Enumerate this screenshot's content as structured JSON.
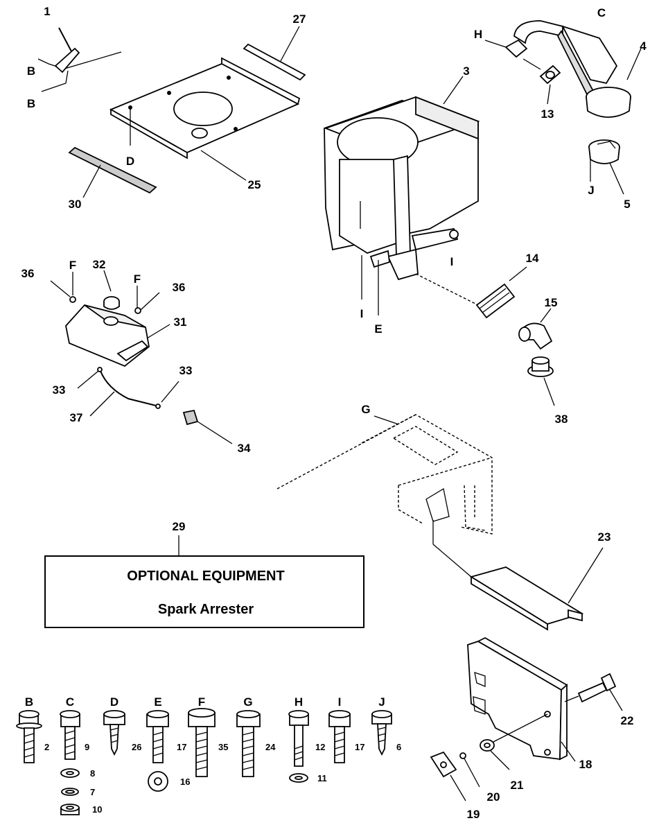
{
  "callouts": [
    {
      "id": "c1",
      "text": "1"
    },
    {
      "id": "c3",
      "text": "3"
    },
    {
      "id": "c4",
      "text": "4"
    },
    {
      "id": "c5",
      "text": "5"
    },
    {
      "id": "c13",
      "text": "13"
    },
    {
      "id": "c14",
      "text": "14"
    },
    {
      "id": "c15",
      "text": "15"
    },
    {
      "id": "c23",
      "text": "23"
    },
    {
      "id": "c25",
      "text": "25"
    },
    {
      "id": "c27",
      "text": "27"
    },
    {
      "id": "c29",
      "text": "29"
    },
    {
      "id": "c30",
      "text": "30"
    },
    {
      "id": "c31",
      "text": "31"
    },
    {
      "id": "c32",
      "text": "32"
    },
    {
      "id": "c33a",
      "text": "33"
    },
    {
      "id": "c33b",
      "text": "33"
    },
    {
      "id": "c34",
      "text": "34"
    },
    {
      "id": "c36a",
      "text": "36"
    },
    {
      "id": "c36b",
      "text": "36"
    },
    {
      "id": "c37",
      "text": "37"
    },
    {
      "id": "c38",
      "text": "38"
    },
    {
      "id": "c18",
      "text": "18"
    },
    {
      "id": "c19",
      "text": "19"
    },
    {
      "id": "c20",
      "text": "20"
    },
    {
      "id": "c21",
      "text": "21"
    },
    {
      "id": "c22",
      "text": "22"
    }
  ],
  "refs": [
    {
      "id": "rB1",
      "text": "B"
    },
    {
      "id": "rB2",
      "text": "B"
    },
    {
      "id": "rC",
      "text": "C"
    },
    {
      "id": "rH",
      "text": "H"
    },
    {
      "id": "rD",
      "text": "D"
    },
    {
      "id": "rJ",
      "text": "J"
    },
    {
      "id": "rI1",
      "text": "I"
    },
    {
      "id": "rI2",
      "text": "I"
    },
    {
      "id": "rE",
      "text": "E"
    },
    {
      "id": "rF1",
      "text": "F"
    },
    {
      "id": "rF2",
      "text": "F"
    },
    {
      "id": "rG",
      "text": "G"
    }
  ],
  "optional_box": {
    "title": "OPTIONAL EQUIPMENT",
    "item": "Spark Arrester"
  },
  "hardware": [
    {
      "letter": "B",
      "part": "2"
    },
    {
      "letter": "C",
      "part": "9"
    },
    {
      "letter": "D",
      "part": "26"
    },
    {
      "letter": "E",
      "part": "17"
    },
    {
      "letter": "F",
      "part": "35"
    },
    {
      "letter": "G",
      "part": "24"
    },
    {
      "letter": "H",
      "part": "12"
    },
    {
      "letter": "I",
      "part": "17"
    },
    {
      "letter": "J",
      "part": "6"
    }
  ],
  "hardware_extras": [
    {
      "id": "h8",
      "text": "8"
    },
    {
      "id": "h7",
      "text": "7"
    },
    {
      "id": "h10",
      "text": "10"
    },
    {
      "id": "h16",
      "text": "16"
    },
    {
      "id": "h11",
      "text": "11"
    }
  ]
}
